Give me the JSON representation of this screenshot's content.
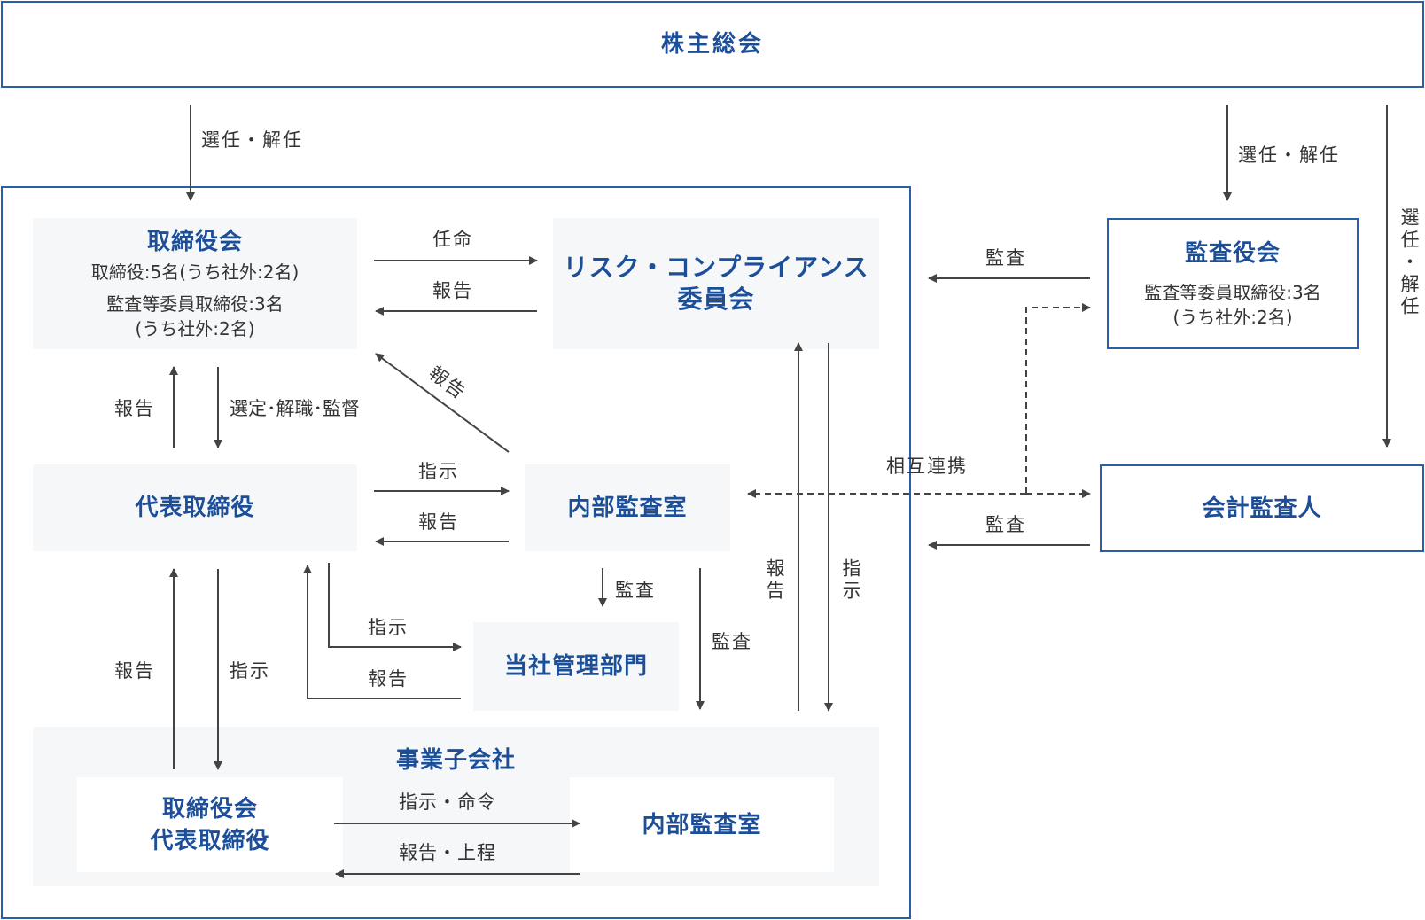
{
  "nodes": {
    "shareholders": {
      "title": "株主総会"
    },
    "board": {
      "title": "取締役会",
      "line1": "取締役:5名(うち社外:2名)",
      "line2": "監査等委員取締役:3名",
      "line3": "(うち社外:2名)"
    },
    "risk_committee": {
      "title_line1": "リスク・コンプライアンス",
      "title_line2": "委員会"
    },
    "audit_board": {
      "title": "監査役会",
      "line1": "監査等委員取締役:3名",
      "line2": "(うち社外:2名)"
    },
    "representative": {
      "title": "代表取締役"
    },
    "internal_audit": {
      "title": "内部監査室"
    },
    "accounting_auditor": {
      "title": "会計監査人"
    },
    "admin_dept": {
      "title": "当社管理部門"
    },
    "subsidiary": {
      "title": "事業子会社",
      "left_line1": "取締役会",
      "left_line2": "代表取締役",
      "right": "内部監査室"
    }
  },
  "edges": {
    "gm_to_board": "選任・解任",
    "gm_to_audit_board": "選任・解任",
    "gm_to_accounting_auditor": "選任・解任",
    "board_to_risk": "任命",
    "risk_to_board": "報告",
    "internal_to_board": "報告",
    "rep_to_board": "報告",
    "board_to_rep": "選定･解職･監督",
    "rep_to_internal": "指示",
    "internal_to_rep": "報告",
    "audit_board_audit": "監査",
    "mutual": "相互連携",
    "accounting_audit": "監査",
    "internal_to_admin": "監査",
    "rep_to_admin": "指示",
    "admin_to_rep": "報告",
    "internal_to_sub": "監査",
    "sub_to_risk": "報告",
    "risk_to_sub": "指示",
    "sub_to_rep": "報告",
    "rep_to_sub": "指示",
    "sub_instruct": "指示・命令",
    "sub_report": "報告・上程"
  },
  "colors": {
    "accent": "#1d4f99",
    "border": "#2c5ea8",
    "box_fill": "#f5f7f9",
    "arrow": "#444444"
  }
}
